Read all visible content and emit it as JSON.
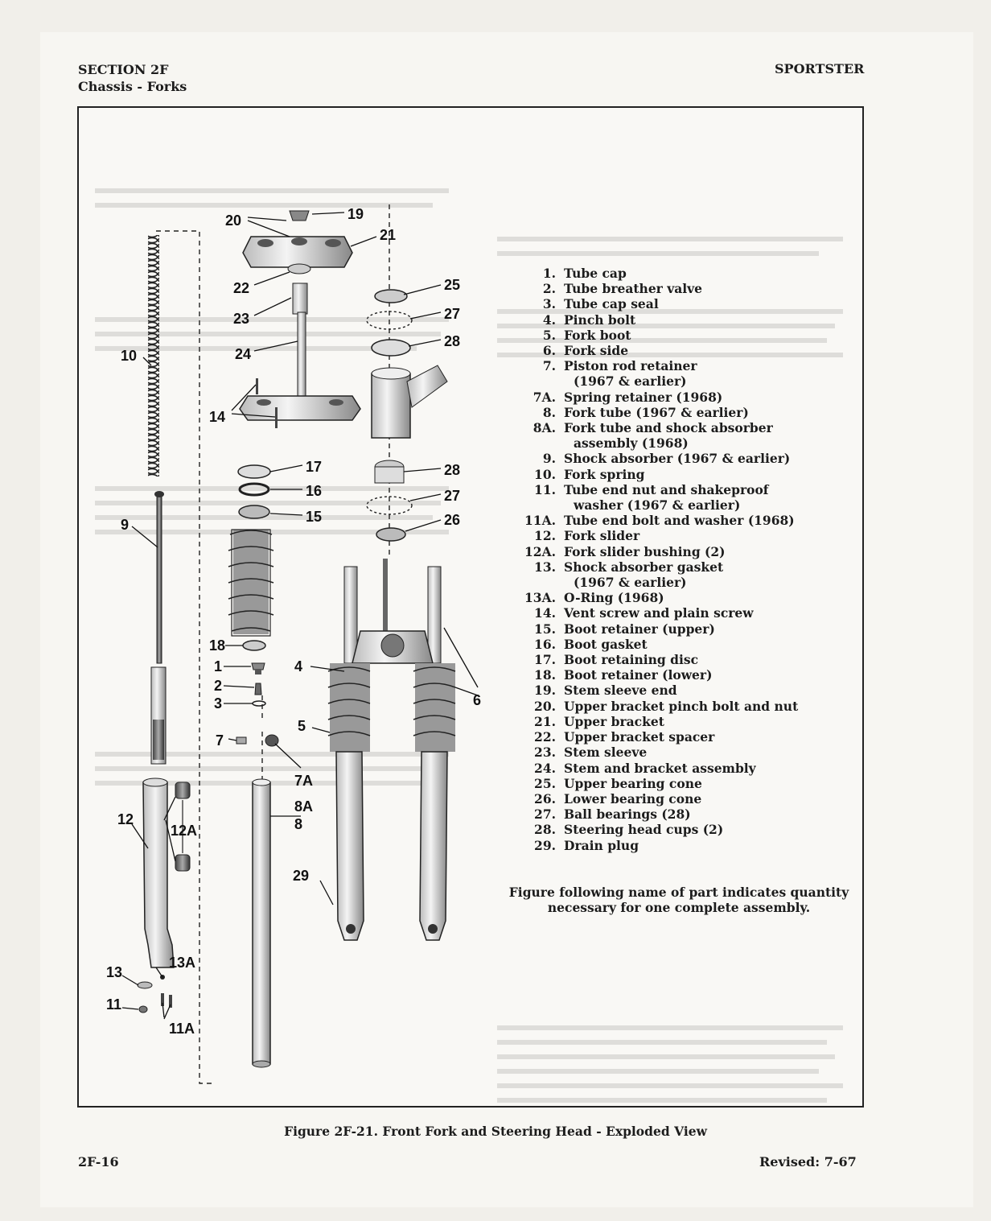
{
  "header": {
    "section": "SECTION 2F",
    "subtitle": "Chassis - Forks",
    "right": "SPORTSTER"
  },
  "diagram": {
    "callouts": [
      "20",
      "19",
      "21",
      "22",
      "25",
      "23",
      "27",
      "28",
      "10",
      "24",
      "14",
      "17",
      "28",
      "16",
      "27",
      "15",
      "26",
      "9",
      "18",
      "1",
      "4",
      "2",
      "3",
      "6",
      "5",
      "7",
      "7A",
      "8A",
      "8",
      "12",
      "12A",
      "29",
      "13A",
      "13",
      "11",
      "11A"
    ]
  },
  "parts": [
    {
      "num": "1.",
      "name": "Tube cap"
    },
    {
      "num": "2.",
      "name": "Tube breather valve"
    },
    {
      "num": "3.",
      "name": "Tube cap seal"
    },
    {
      "num": "4.",
      "name": "Pinch bolt"
    },
    {
      "num": "5.",
      "name": "Fork boot"
    },
    {
      "num": "6.",
      "name": "Fork side"
    },
    {
      "num": "7.",
      "name": "Piston rod retainer",
      "cont": "(1967 & earlier)"
    },
    {
      "num": "7A.",
      "name": "Spring retainer (1968)"
    },
    {
      "num": "8.",
      "name": "Fork tube (1967 & earlier)"
    },
    {
      "num": "8A.",
      "name": "Fork tube and shock absorber",
      "cont": "assembly (1968)"
    },
    {
      "num": "9.",
      "name": "Shock absorber (1967 & earlier)"
    },
    {
      "num": "10.",
      "name": "Fork spring"
    },
    {
      "num": "11.",
      "name": "Tube end nut and shakeproof",
      "cont": "washer (1967 & earlier)"
    },
    {
      "num": "11A.",
      "name": "Tube end bolt and washer (1968)"
    },
    {
      "num": "12.",
      "name": "Fork slider"
    },
    {
      "num": "12A.",
      "name": "Fork slider bushing (2)"
    },
    {
      "num": "13.",
      "name": "Shock absorber gasket",
      "cont": "(1967 & earlier)"
    },
    {
      "num": "13A.",
      "name": "O-Ring (1968)"
    },
    {
      "num": "14.",
      "name": "Vent screw and plain screw"
    },
    {
      "num": "15.",
      "name": "Boot retainer (upper)"
    },
    {
      "num": "16.",
      "name": "Boot gasket"
    },
    {
      "num": "17.",
      "name": "Boot retaining disc"
    },
    {
      "num": "18.",
      "name": "Boot retainer (lower)"
    },
    {
      "num": "19.",
      "name": "Stem sleeve end"
    },
    {
      "num": "20.",
      "name": "Upper bracket pinch bolt and nut"
    },
    {
      "num": "21.",
      "name": "Upper bracket"
    },
    {
      "num": "22.",
      "name": "Upper bracket spacer"
    },
    {
      "num": "23.",
      "name": "Stem sleeve"
    },
    {
      "num": "24.",
      "name": "Stem and bracket assembly"
    },
    {
      "num": "25.",
      "name": "Upper bearing cone"
    },
    {
      "num": "26.",
      "name": "Lower bearing cone"
    },
    {
      "num": "27.",
      "name": "Ball bearings (28)"
    },
    {
      "num": "28.",
      "name": "Steering head cups (2)"
    },
    {
      "num": "29.",
      "name": "Drain plug"
    }
  ],
  "note": "Figure following name of part indicates quantity necessary for one complete assembly.",
  "caption": "Figure 2F-21.  Front Fork and Steering Head - Exploded View",
  "footer": {
    "left": "2F-16",
    "right": "Revised:  7-67"
  }
}
